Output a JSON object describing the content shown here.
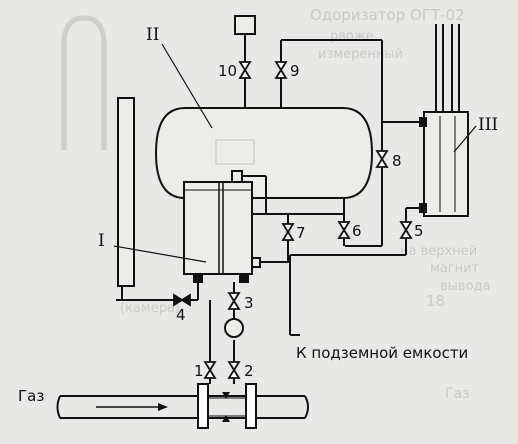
{
  "labels": {
    "unit_I": "I",
    "unit_II": "II",
    "unit_III": "III",
    "valve_1": "1",
    "valve_2": "2",
    "valve_3": "3",
    "valve_4": "4",
    "valve_5": "5",
    "valve_6": "6",
    "valve_7": "7",
    "valve_8": "8",
    "valve_9": "9",
    "valve_10": "10",
    "gas": "Газ",
    "underground_tank": "К подземной емкости"
  },
  "background_text": {
    "header": "Одоризатор ОГТ-02",
    "line_1": "рвоже",
    "line_2": "измеренный",
    "line_3": "на верхней",
    "line_4": "магнит",
    "line_5": "вывода",
    "line_6": "(камера)",
    "line_7": "18",
    "line_8": "Газ"
  },
  "colors": {
    "ink": "#111111",
    "paper": "#e8e8e6",
    "ghost": "#c9c9c7"
  }
}
